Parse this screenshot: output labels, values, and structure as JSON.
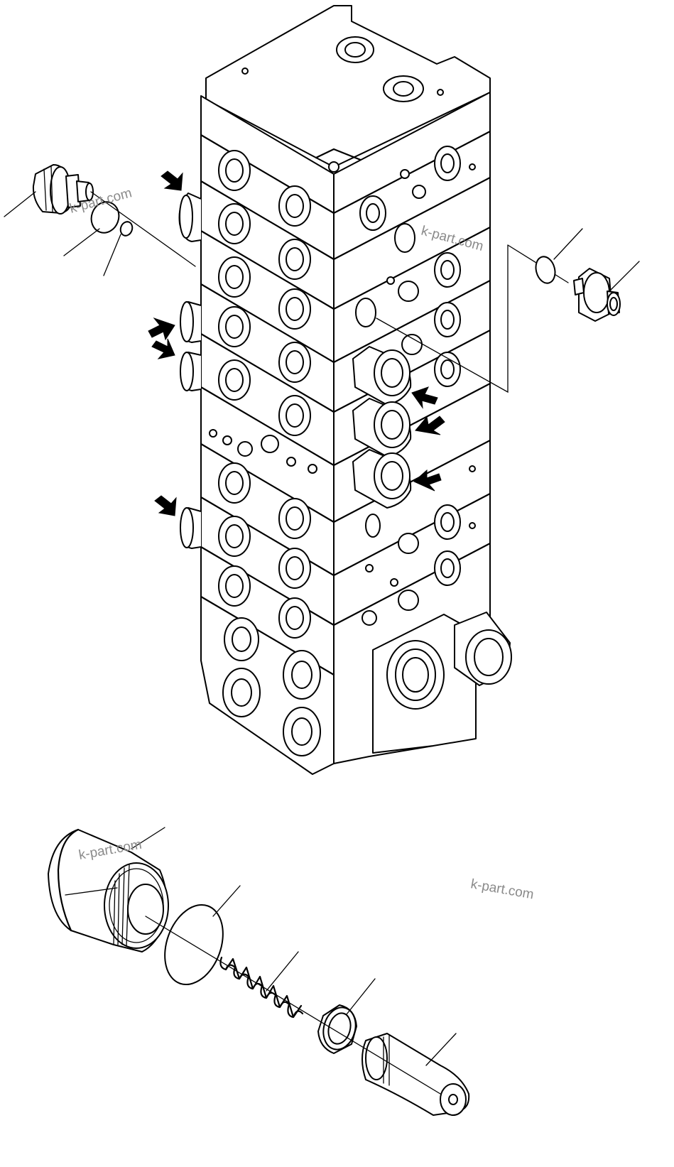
{
  "watermarks": [
    "k-part.com",
    "k-part.com",
    "k-part.com",
    "k-part.com"
  ]
}
